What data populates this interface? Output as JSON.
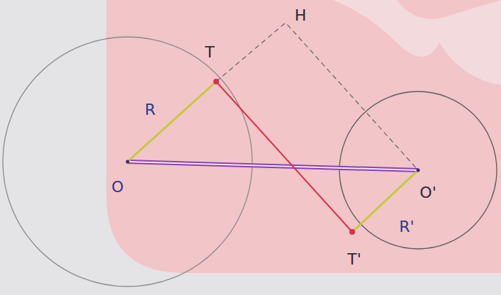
{
  "diagram": {
    "labels": [
      "T",
      "H",
      "R",
      "O",
      "O'",
      "R'",
      "T'"
    ]
  }
}
